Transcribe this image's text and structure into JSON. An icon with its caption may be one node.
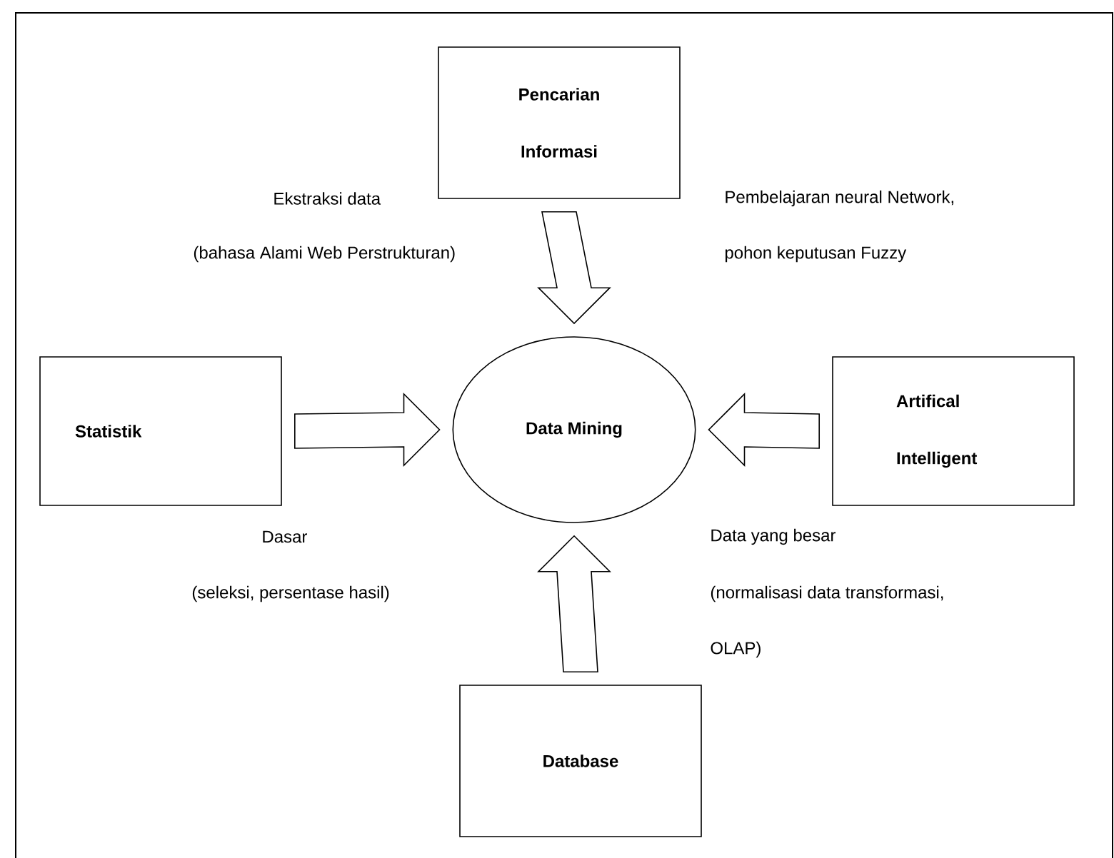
{
  "diagram": {
    "nodes": [
      {
        "text": [
          "Pencarian Informasi"
        ]
      },
      {
        "text": [
          "Statistik"
        ]
      },
      {
        "text": [
          "Data Mining"
        ]
      },
      {
        "text": [
          "Artifical Intelligent"
        ]
      },
      {
        "text": [
          "Database"
        ]
      }
    ],
    "edges": [
      {
        "from": 0,
        "to": 2,
        "arrow": "to"
      },
      {
        "from": 1,
        "to": 2,
        "arrow": "to"
      },
      {
        "from": 3,
        "to": 2,
        "arrow": "to"
      },
      {
        "from": 4,
        "to": 2,
        "arrow": "to"
      }
    ],
    "labels": [
      "Ekstraksi data",
      "(bahasa Alami Web Perstrukturan)",
      "Pembelajaran neural Network,",
      "pohon keputusan Fuzzy",
      "Dasar",
      "(seleksi, persentase hasil)",
      "Data yang besar",
      "(normalisasi data transformasi,",
      "OLAP)"
    ]
  }
}
